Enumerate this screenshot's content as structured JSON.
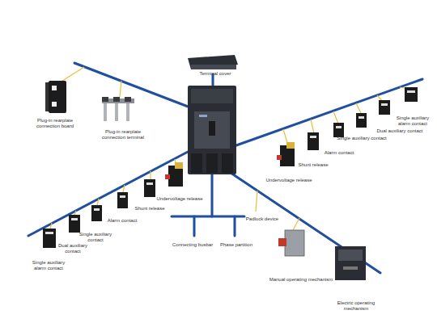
{
  "diagram": {
    "labels": [
      "Terminal cover",
      "Plug-in rearplate connection board",
      "Plug-in rearplate connection terminal",
      "Single auxiliary alarm contact",
      "Dual auxiliary contact",
      "Single auxiliary contact",
      "Alarm contact",
      "Shunt release",
      "Undervoltage release",
      "Undervoltage release",
      "Shunt release",
      "Alarm contact",
      "Single auxiliary contact",
      "Dual auxiliary contact",
      "Single auxiliary alarm contact",
      "Padlock device",
      "Connecting busbar",
      "Phase partition",
      "Manual operating mechanism",
      "Electric operating mechanism"
    ]
  }
}
